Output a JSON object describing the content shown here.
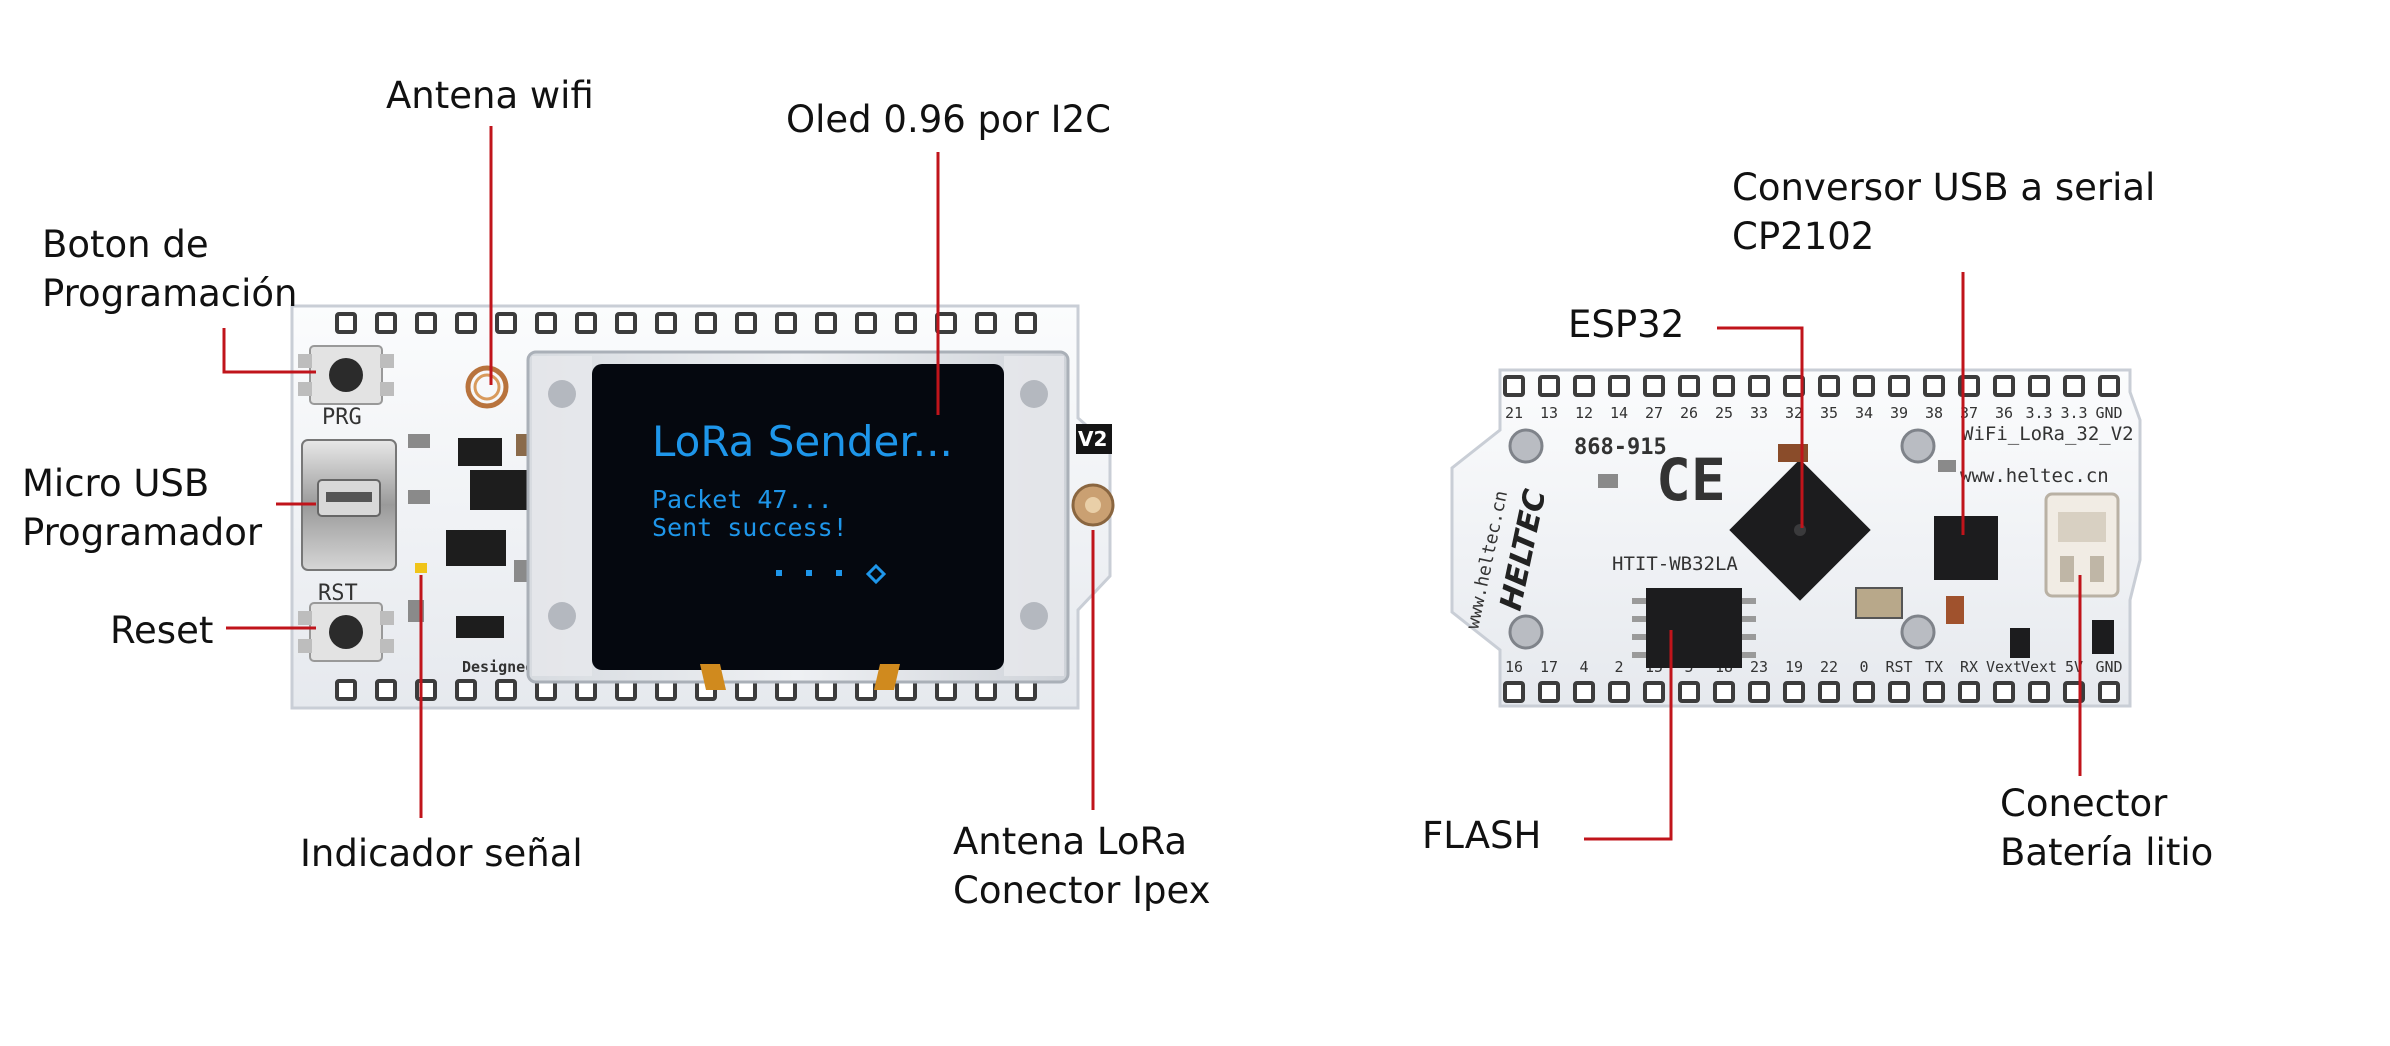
{
  "colors": {
    "leader": "#c0141b",
    "board": "#f4f5f7",
    "board_edge": "#c9ced6",
    "pad": "#3c3c3c",
    "oled_glass": "#05080f",
    "oled_text": "#1e96ea",
    "chip": "#1c1c1e",
    "text": "#111111"
  },
  "labels": {
    "antena_wifi": "Antena wifi",
    "oled": "Oled 0.96 por I2C",
    "boton_line1": "Boton de",
    "boton_line2": "Programación",
    "micro_usb_line1": "Micro USB",
    "micro_usb_line2": "Programador",
    "reset": "Reset",
    "indicador": "Indicador señal",
    "antena_lora_line1": "Antena LoRa",
    "antena_lora_line2": "Conector Ipex",
    "conversor_line1": "Conversor USB a serial",
    "conversor_line2": "CP2102",
    "esp32": "ESP32",
    "flash": "FLASH",
    "bateria_line1": "Conector",
    "bateria_line2": "Batería litio"
  },
  "front_board": {
    "oled_title": "LoRa Sender...",
    "oled_line1": "Packet 47...",
    "oled_line2": "Sent success!",
    "prg_label": "PRG",
    "rst_label": "RST",
    "v2_label": "V2",
    "credit": "Designed & Produced by He"
  },
  "back_board": {
    "top_pins": [
      "21",
      "13",
      "12",
      "14",
      "27",
      "26",
      "25",
      "33",
      "32",
      "35",
      "34",
      "39",
      "38",
      "37",
      "36",
      "3.3",
      "3.3",
      "GND"
    ],
    "bottom_pins": [
      "16",
      "17",
      "4",
      "2",
      "15",
      "5",
      "18",
      "23",
      "19",
      "22",
      "0",
      "RST",
      "TX",
      "RX",
      "Vext",
      "Vext",
      "5V",
      "GND"
    ],
    "freq": "868-915",
    "ce": "CE",
    "brand": "HELTEC",
    "url": "www.heltec.cn",
    "model": "WiFi_LoRa_32_V2",
    "module": "HTIT-WB32LA"
  }
}
